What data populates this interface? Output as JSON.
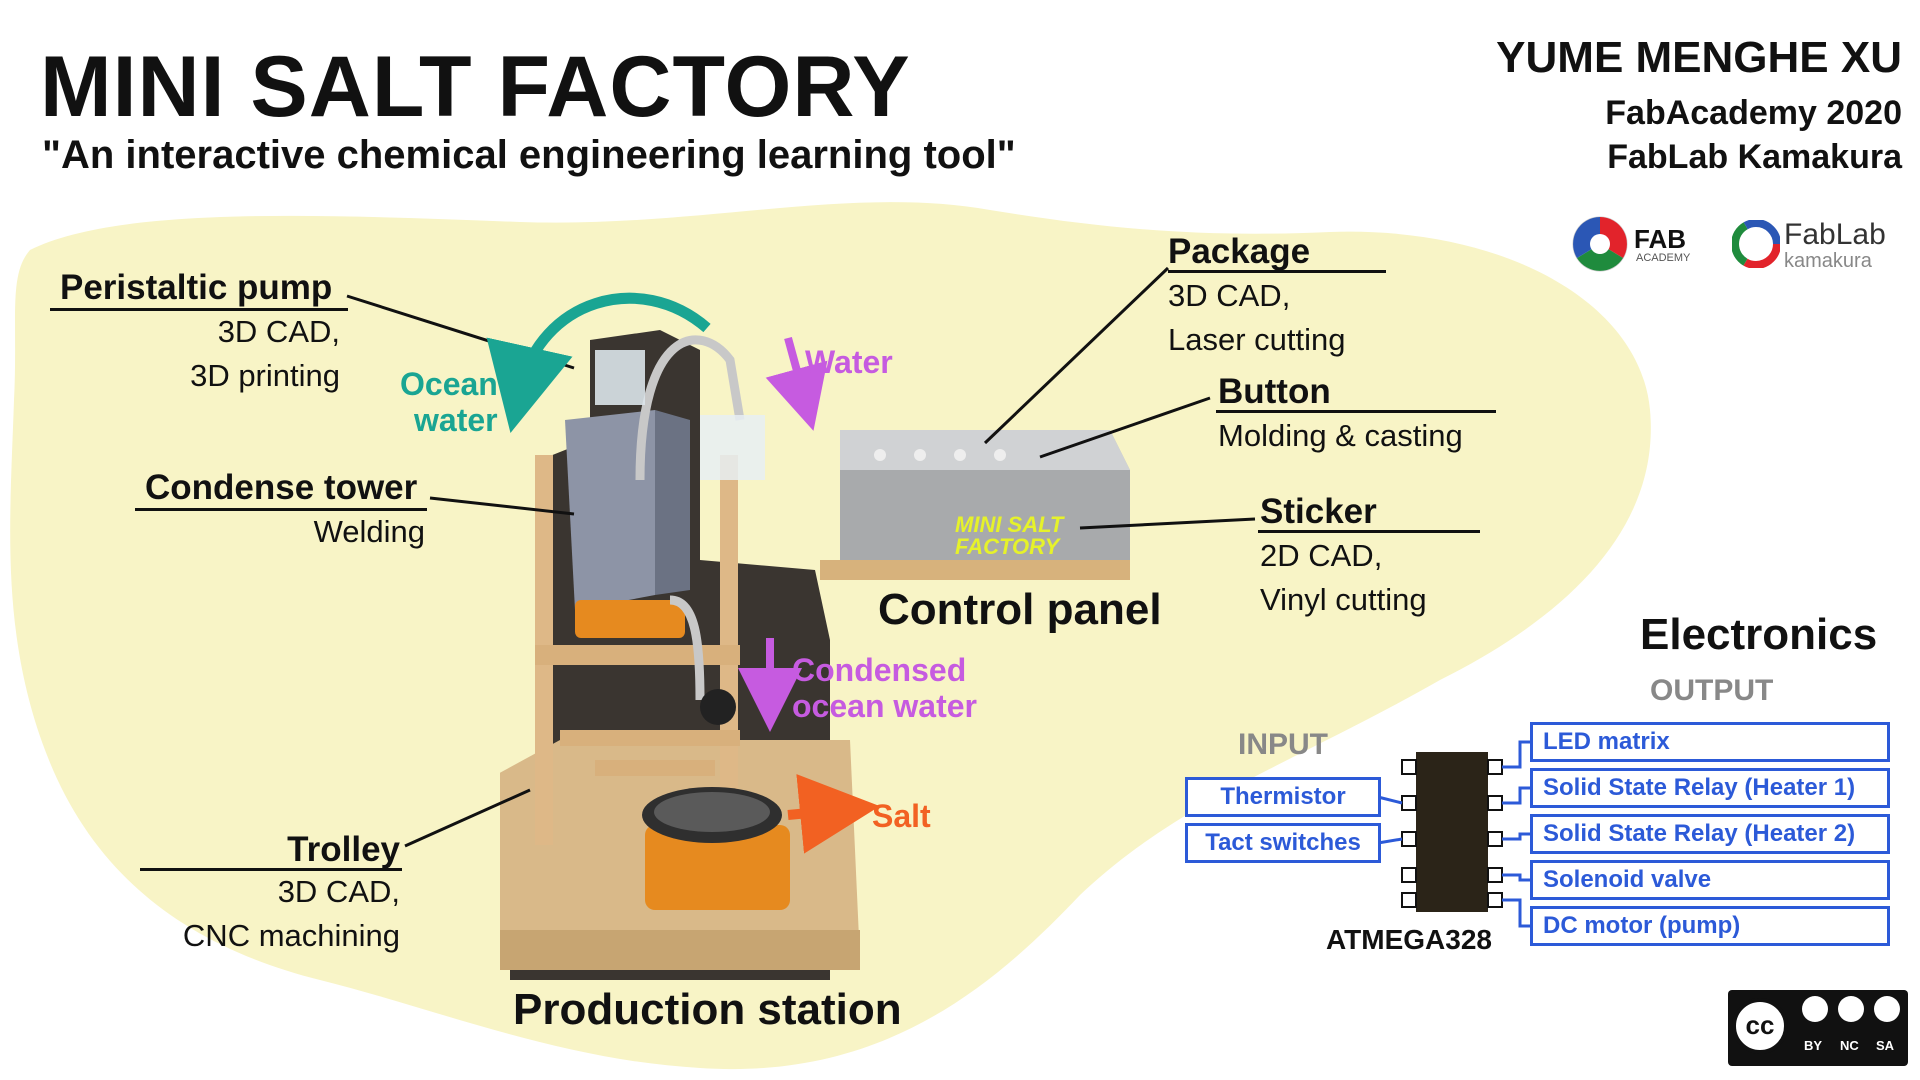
{
  "header": {
    "title": "MINI SALT FACTORY",
    "subtitle": "\"An interactive chemical engineering learning tool\"",
    "author": "YUME MENGHE XU",
    "program": "FabAcademy 2020",
    "lab": "FabLab Kamakura"
  },
  "logos": {
    "fab_academy_main": "FAB",
    "fab_academy_sub": "ACADEMY",
    "fablab_main": "FabLab",
    "fablab_sub": "kamakura"
  },
  "parts": {
    "peristaltic_pump": {
      "title": "Peristaltic pump",
      "line1": "3D CAD,",
      "line2": "3D printing"
    },
    "condense_tower": {
      "title": "Condense tower",
      "line1": "Welding"
    },
    "trolley": {
      "title": "Trolley",
      "line1": "3D CAD,",
      "line2": "CNC machining"
    },
    "package": {
      "title": "Package",
      "line1": "3D CAD,",
      "line2": "Laser cutting"
    },
    "button": {
      "title": "Button",
      "line1": "Molding & casting"
    },
    "sticker": {
      "title": "Sticker",
      "line1": "2D CAD,",
      "line2": "Vinyl cutting"
    }
  },
  "sections": {
    "control_panel": "Control panel",
    "production_station": "Production station",
    "electronics": "Electronics"
  },
  "flows": {
    "ocean_water_1": "Ocean",
    "ocean_water_2": "water",
    "water": "Water",
    "condensed_1": "Condensed",
    "condensed_2": "ocean water",
    "salt": "Salt"
  },
  "box_sticker_text": {
    "line1": "MINI SALT",
    "line2": "FACTORY"
  },
  "electronics": {
    "input_label": "INPUT",
    "output_label": "OUTPUT",
    "chip": "ATMEGA328",
    "inputs": [
      "Thermistor",
      "Tact switches"
    ],
    "outputs": [
      "LED matrix",
      "Solid State Relay (Heater 1)",
      "Solid State Relay (Heater 2)",
      "Solenoid valve",
      "DC motor (pump)"
    ]
  },
  "license": {
    "cc": "cc",
    "by": "BY",
    "nc": "NC",
    "sa": "SA"
  },
  "colors": {
    "background_blob": "#f8f4c6",
    "teal_arrow": "#1aa593",
    "magenta_arrow": "#c65be0",
    "salt_arrow": "#f26122",
    "electronics_blue": "#2c5ad8"
  }
}
